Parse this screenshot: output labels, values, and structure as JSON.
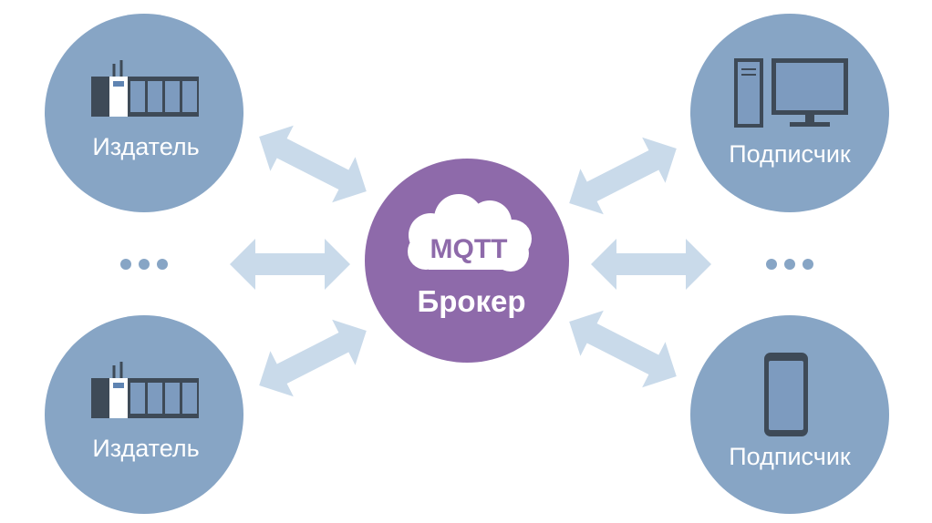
{
  "diagram": {
    "broker": {
      "cloud_label": "MQTT",
      "label": "Брокер"
    },
    "publishers": [
      {
        "label": "Издатель",
        "icon": "plc-controller-icon"
      },
      {
        "label": "Издатель",
        "icon": "plc-controller-icon"
      }
    ],
    "subscribers": [
      {
        "label": "Подписчик",
        "icon": "desktop-computer-icon"
      },
      {
        "label": "Подписчик",
        "icon": "smartphone-icon"
      }
    ],
    "ellipsis_left": "•••",
    "ellipsis_right": "•••"
  },
  "colors": {
    "node_circle": "#87a5c5",
    "broker_circle": "#8e6aaa",
    "arrow": "#c9daea",
    "cloud": "#ffffff",
    "mqtt_text": "#8e6aaa",
    "icon_dark": "#3e4a57",
    "icon_light": "#7d9bbf",
    "label_text": "#ffffff"
  }
}
